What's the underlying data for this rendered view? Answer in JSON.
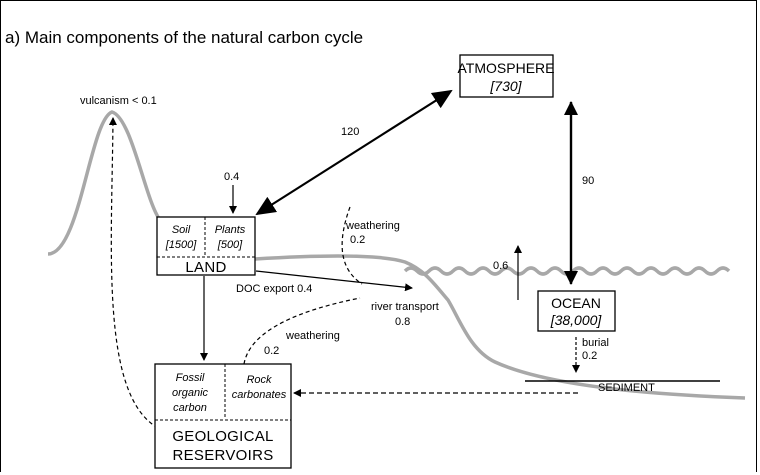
{
  "title": "a) Main components of the natural carbon cycle",
  "reservoirs": {
    "atmosphere": {
      "name": "ATMOSPHERE",
      "value": "[730]"
    },
    "land": {
      "name": "LAND",
      "soil_name": "Soil",
      "soil_value": "[1500]",
      "plants_name": "Plants",
      "plants_value": "[500]"
    },
    "ocean": {
      "name": "OCEAN",
      "value": "[38,000]"
    },
    "geological": {
      "line1": "GEOLOGICAL",
      "line2": "RESERVOIRS",
      "fossil_line1": "Fossil",
      "fossil_line2": "organic",
      "fossil_line3": "carbon",
      "rock_line1": "Rock",
      "rock_line2": "carbonates"
    },
    "sediment": "SEDIMENT"
  },
  "fluxes": {
    "vulcanism": "vulcanism < 0.1",
    "atmosphere_land": "120",
    "atmosphere_ocean": "90",
    "land_input": "0.4",
    "weathering_upper_label": "weathering",
    "weathering_upper_value": "0.2",
    "weathering_lower_label": "weathering",
    "weathering_lower_value": "0.2",
    "ocean_outgas": "0.6",
    "doc_export": "DOC export 0.4",
    "river_transport_label": "river transport",
    "river_transport_value": "0.8",
    "burial_label": "burial",
    "burial_value": "0.2"
  },
  "colors": {
    "terrain": "#a8a8a8",
    "ink": "#000000"
  }
}
